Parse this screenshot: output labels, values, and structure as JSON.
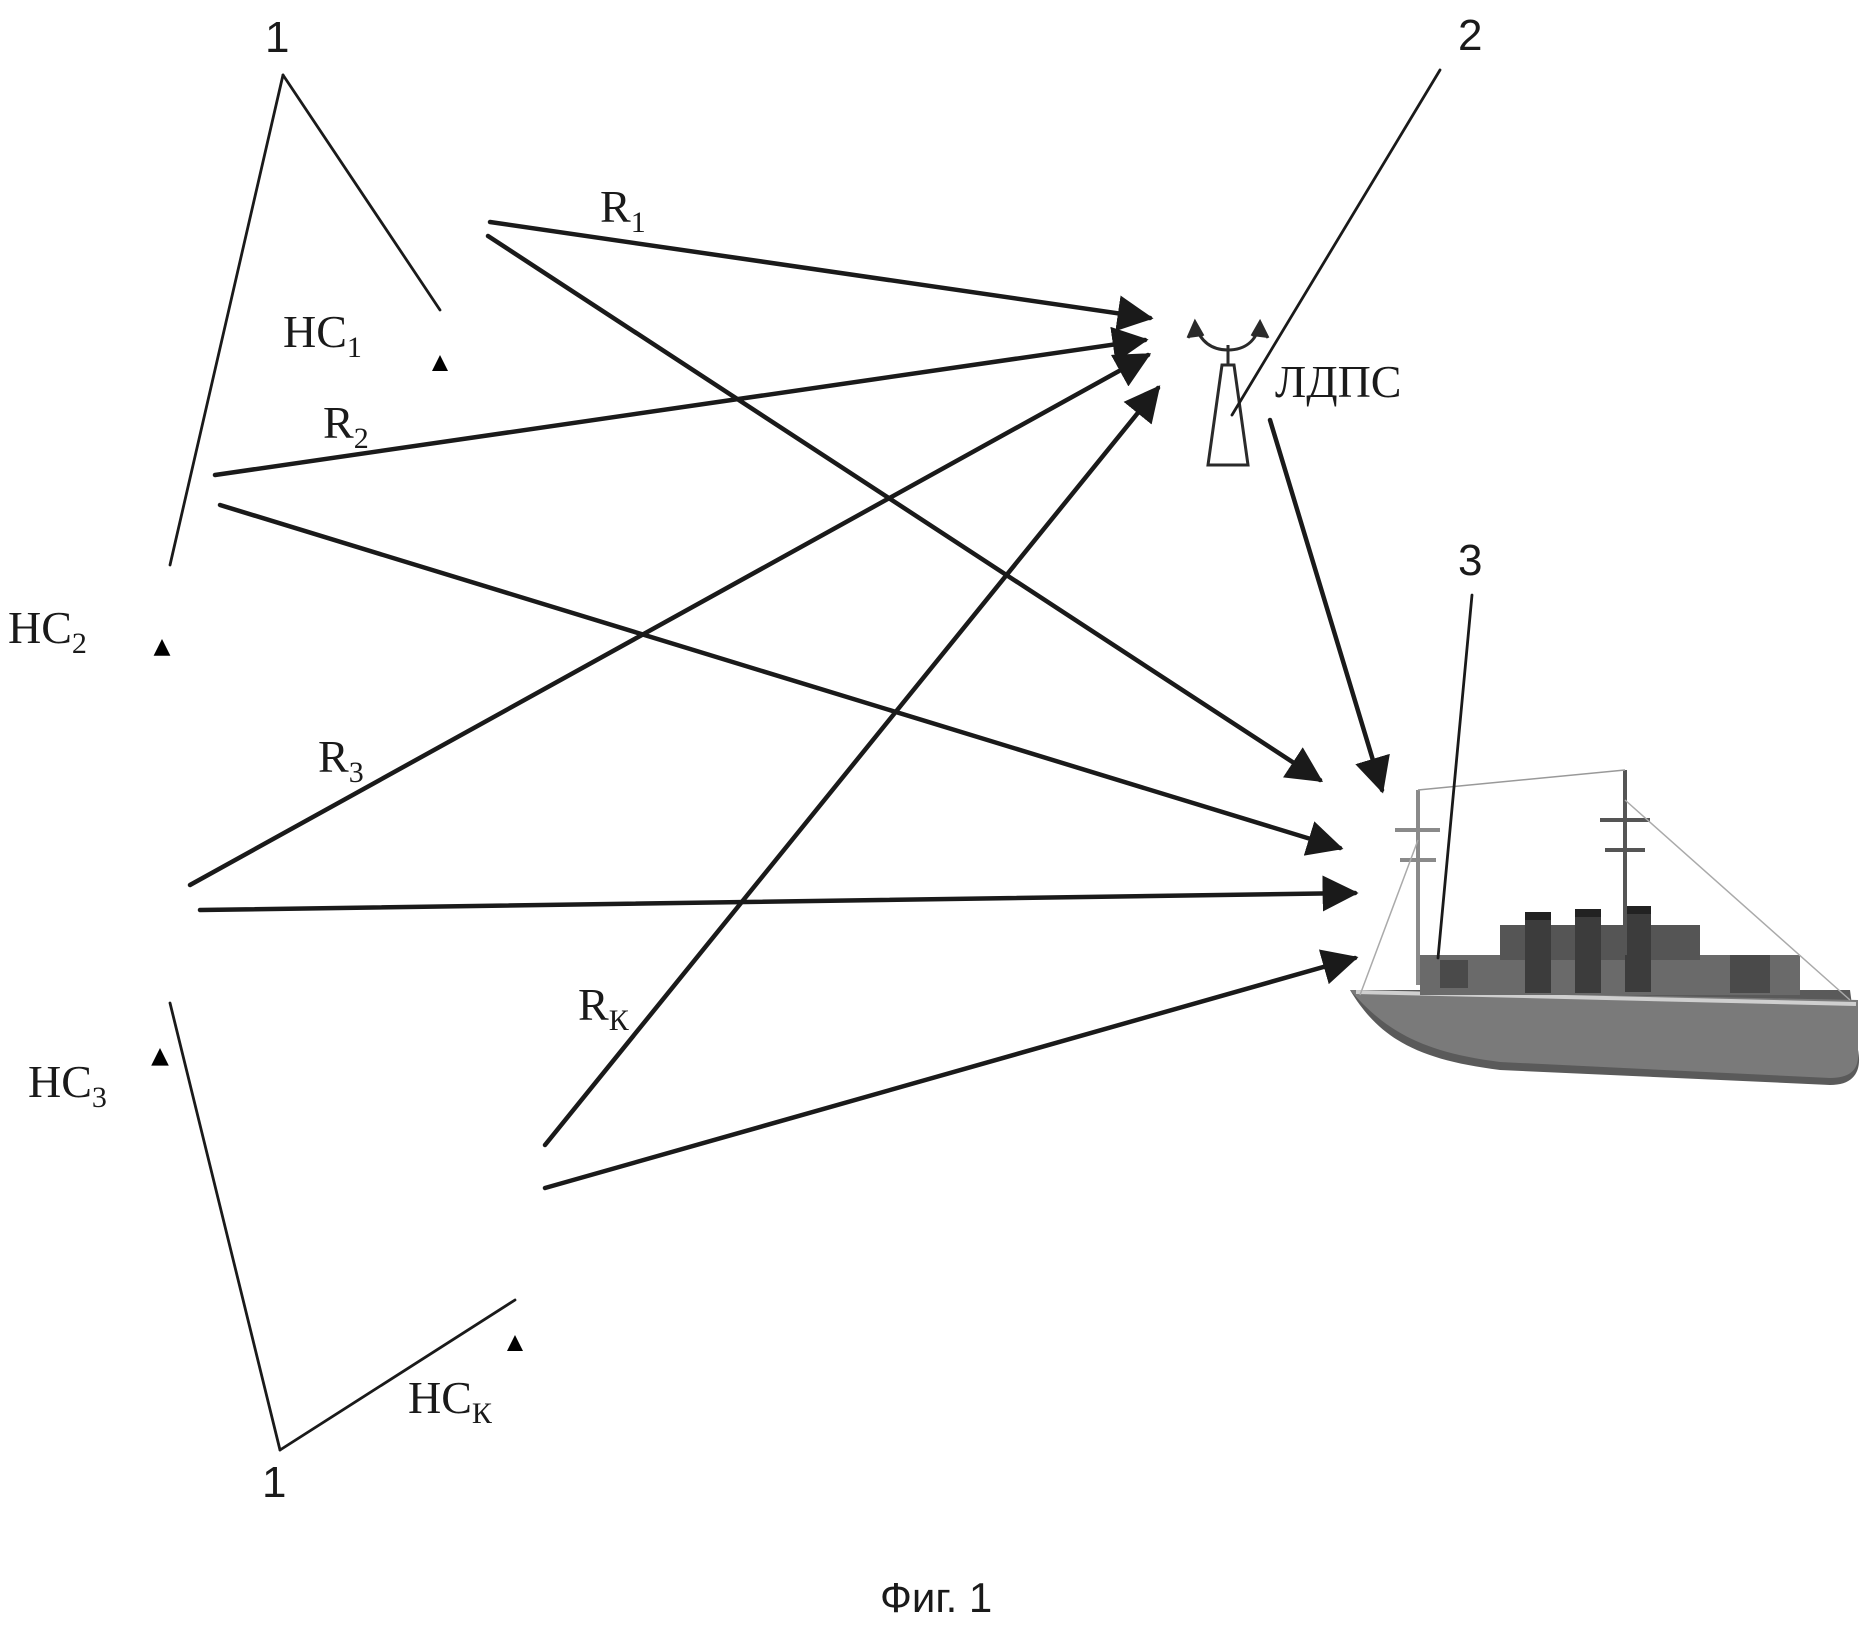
{
  "diagram": {
    "stations": [
      {
        "id": "hc1",
        "label": "НС",
        "sub": "1"
      },
      {
        "id": "hc2",
        "label": "НС",
        "sub": "2"
      },
      {
        "id": "hc3",
        "label": "НС",
        "sub": "3"
      },
      {
        "id": "hck",
        "label": "НС",
        "sub": "К"
      }
    ],
    "ranges": [
      {
        "id": "r1",
        "label": "R",
        "sub": "1"
      },
      {
        "id": "r2",
        "label": "R",
        "sub": "2"
      },
      {
        "id": "r3",
        "label": "R",
        "sub": "3"
      },
      {
        "id": "rk",
        "label": "R",
        "sub": "К"
      }
    ],
    "reference_station_label": "ЛДПС",
    "callouts": {
      "stations_top": "1",
      "stations_bottom": "1",
      "reference_station": "2",
      "vessel": "3"
    },
    "caption": "Фиг. 1"
  }
}
